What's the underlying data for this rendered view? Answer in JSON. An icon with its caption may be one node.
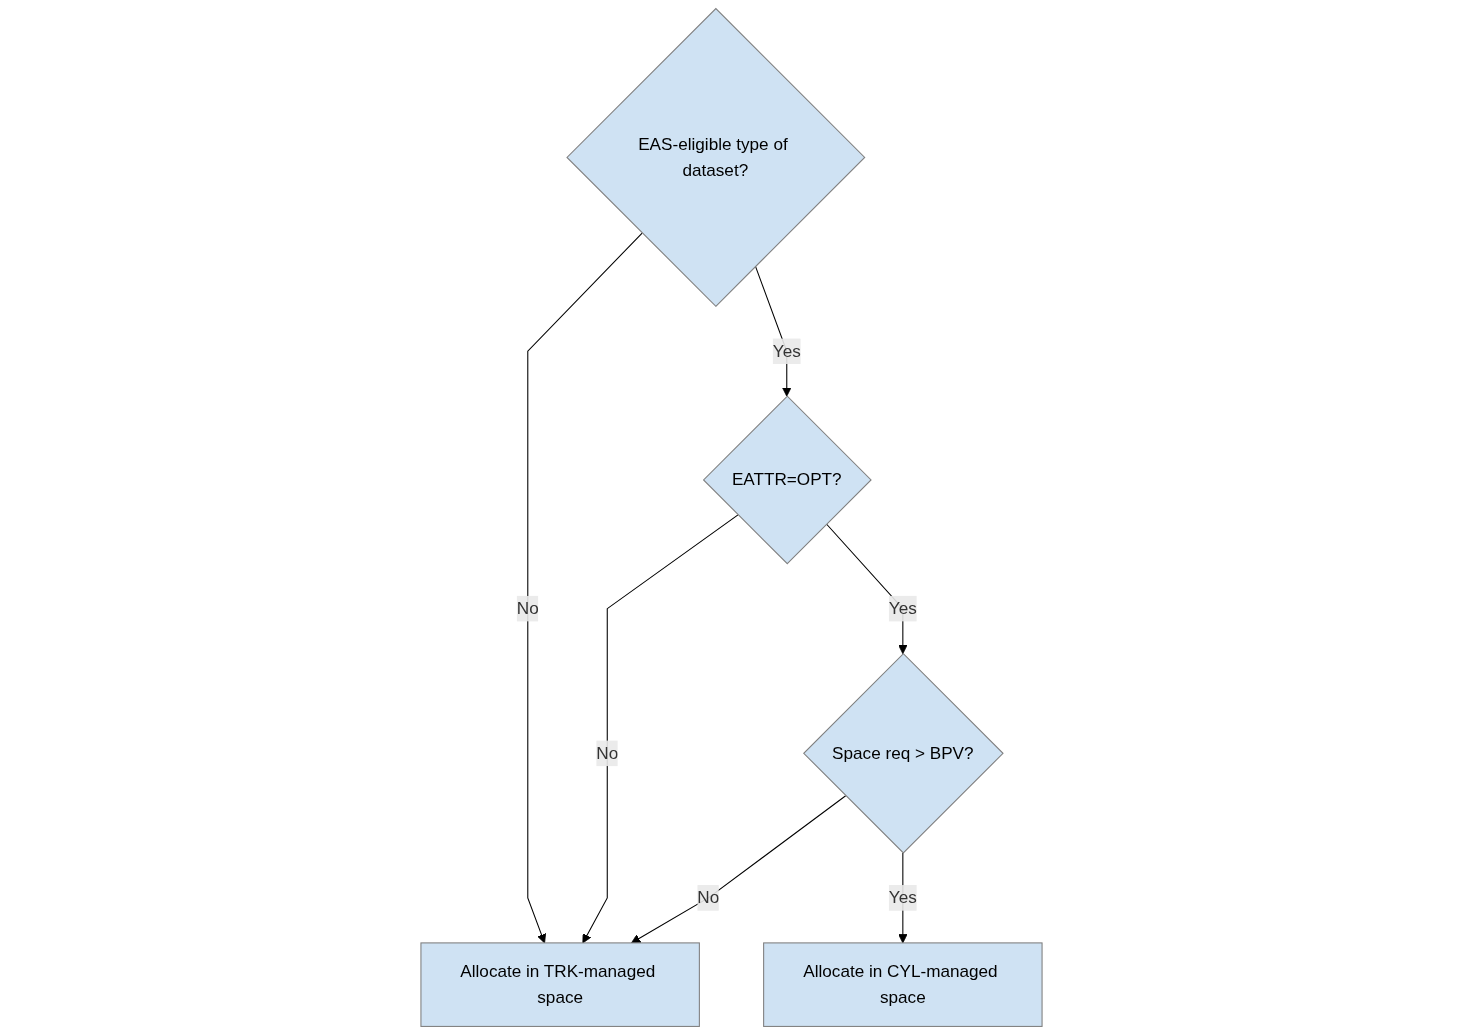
{
  "diagram": {
    "nodes": [
      {
        "text": [
          "EAS-eligible type of dataset?"
        ]
      },
      {
        "text": [
          "EATTR=OPT?"
        ]
      },
      {
        "text": [
          "Space req > BPV?"
        ]
      },
      {
        "text": [
          "Allocate in TRK-managed space"
        ]
      },
      {
        "text": [
          "Allocate in CYL-managed space"
        ]
      }
    ],
    "edges": [
      {
        "from": 0,
        "to": 3,
        "arrow": "to",
        "label": "No"
      },
      {
        "from": 0,
        "to": 1,
        "arrow": "to",
        "label": "Yes"
      },
      {
        "from": 1,
        "to": 3,
        "arrow": "to",
        "label": "No"
      },
      {
        "from": 1,
        "to": 2,
        "arrow": "to",
        "label": "Yes"
      },
      {
        "from": 2,
        "to": 3,
        "arrow": "to",
        "label": "No"
      },
      {
        "from": 2,
        "to": 4,
        "arrow": "to",
        "label": "Yes"
      }
    ]
  }
}
